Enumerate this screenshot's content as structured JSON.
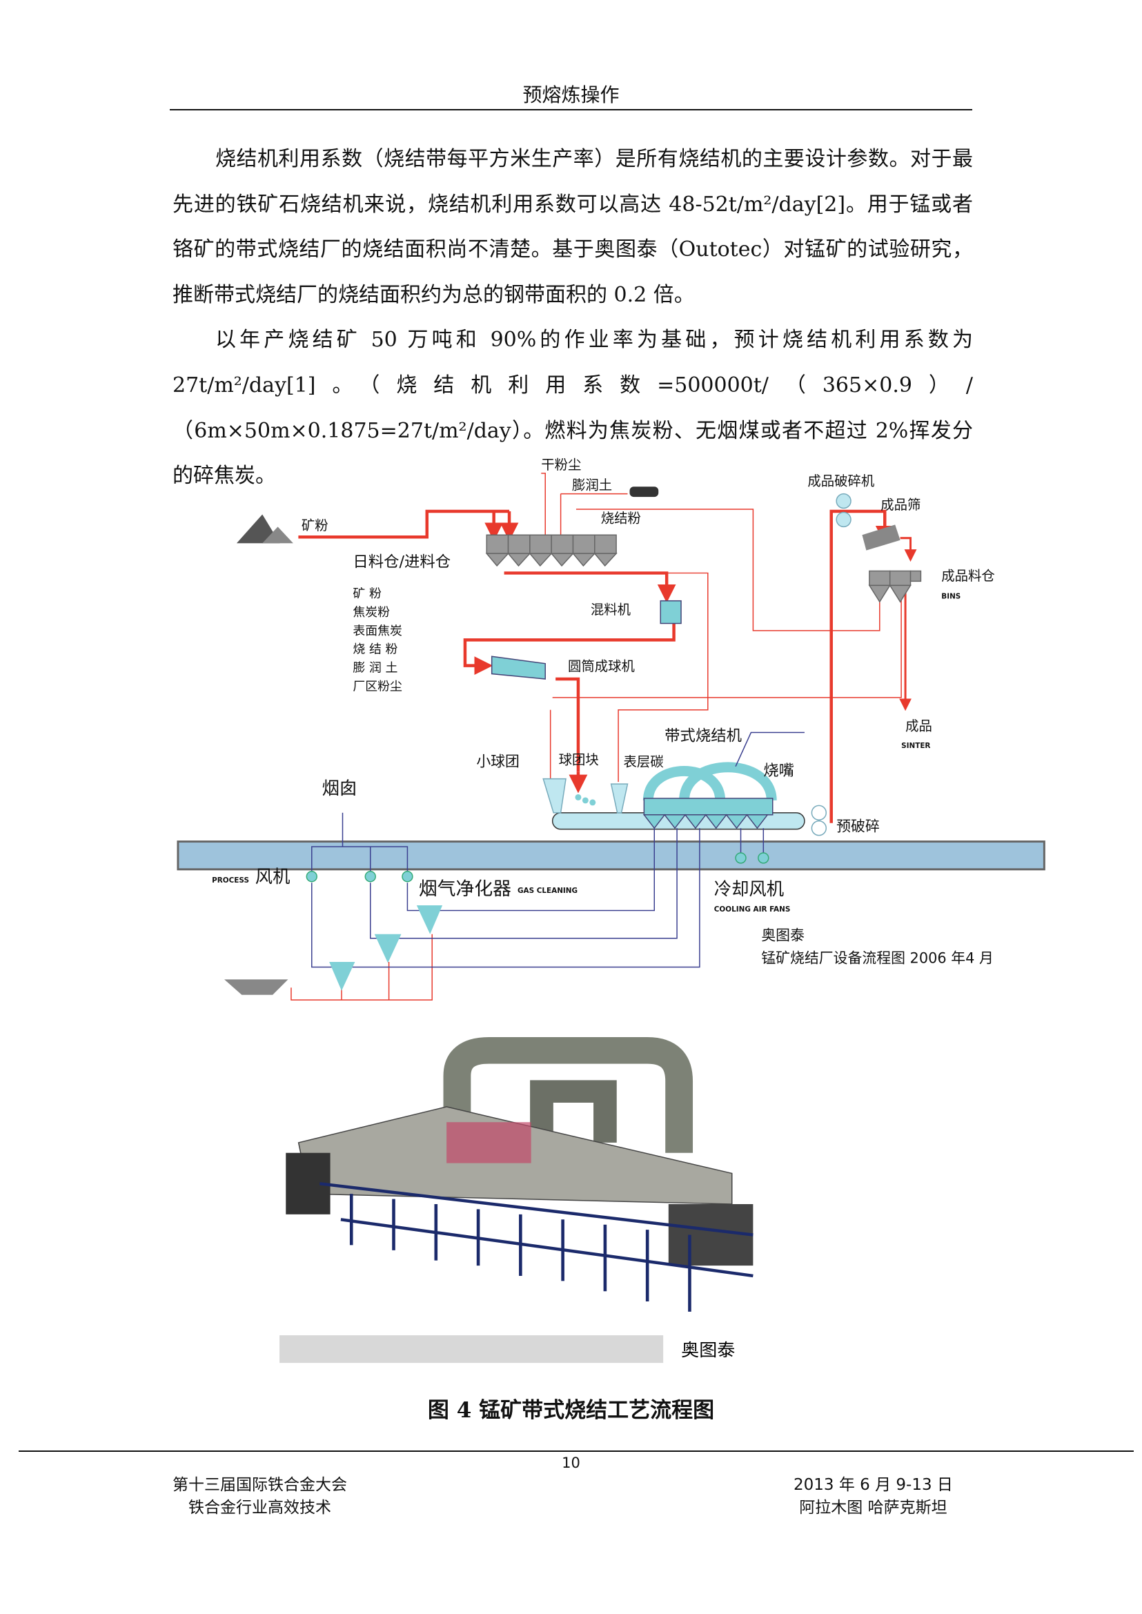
{
  "header": {
    "title": "预熔炼操作"
  },
  "body": {
    "p1": "烧结机利用系数（烧结带每平方米生产率）是所有烧结机的主要设计参数。对于最先进的铁矿石烧结机来说，烧结机利用系数可以高达 48-52t/m²/day[2]。用于锰或者铬矿的带式烧结厂的烧结面积尚不清楚。基于奥图泰（Outotec）对锰矿的试验研究，推断带式烧结厂的烧结面积约为总的钢带面积的 0.2 倍。",
    "p2": "以年产烧结矿 50 万吨和 90%的作业率为基础，预计烧结机利用系数为 27t/m²/day[1]。（烧结机利用系数=500000t/（365×0.9）/（6m×50m×0.1875=27t/m²/day）。燃料为焦炭粉、无烟煤或者不超过 2%挥发分的碎焦炭。"
  },
  "diagram": {
    "ore_fines": "矿粉",
    "daily_bins": "日料仓/进料仓",
    "dry_dust": "干粉尘",
    "bentonite": "膨润土",
    "sinter_fines": "烧结粉",
    "product_crusher": "成品破碎机",
    "product_screen": "成品筛",
    "product_bins": "成品料仓",
    "bins_en": "BINS",
    "mixer": "混料机",
    "drum_pelletizer": "圆筒成球机",
    "strand_sinter": "带式烧结机",
    "product": "成品",
    "sinter_en": "SINTER",
    "small_pellets": "小球团",
    "pellet_lumps": "球团块",
    "surface_carbon": "表层碳",
    "burner": "烧嘴",
    "stack": "烟囱",
    "pre_crush": "预破碎",
    "fan": "风机",
    "process_en": "PROCESS",
    "gas_cleaner": "烟气净化器",
    "gas_cleaning_en": "GAS CLEANING",
    "cooling_fans": "冷却风机",
    "cooling_en": "COOLING AIR FANS",
    "feed_list": [
      "矿  粉",
      "焦炭粉",
      "表面焦炭",
      "烧 结 粉",
      "膨 润 土",
      "厂区粉尘"
    ],
    "credit": "奥图泰",
    "credit_title": "锰矿烧结厂设备流程图  2006 年4 月"
  },
  "render": {
    "credit": "奥图泰"
  },
  "caption": "图 4  锰矿带式烧结工艺流程图",
  "footer": {
    "page": "10",
    "left1": "第十三届国际铁合金大会",
    "left2": "铁合金行业高效技术",
    "right1": "2013 年  6 月  9-13 日",
    "right2": "阿拉木图  哈萨克斯坦"
  },
  "colors": {
    "red": "#e8392c",
    "blue_band": "#9ec3dc",
    "teal": "#7fd0d6",
    "navy": "#3a3f8f"
  }
}
